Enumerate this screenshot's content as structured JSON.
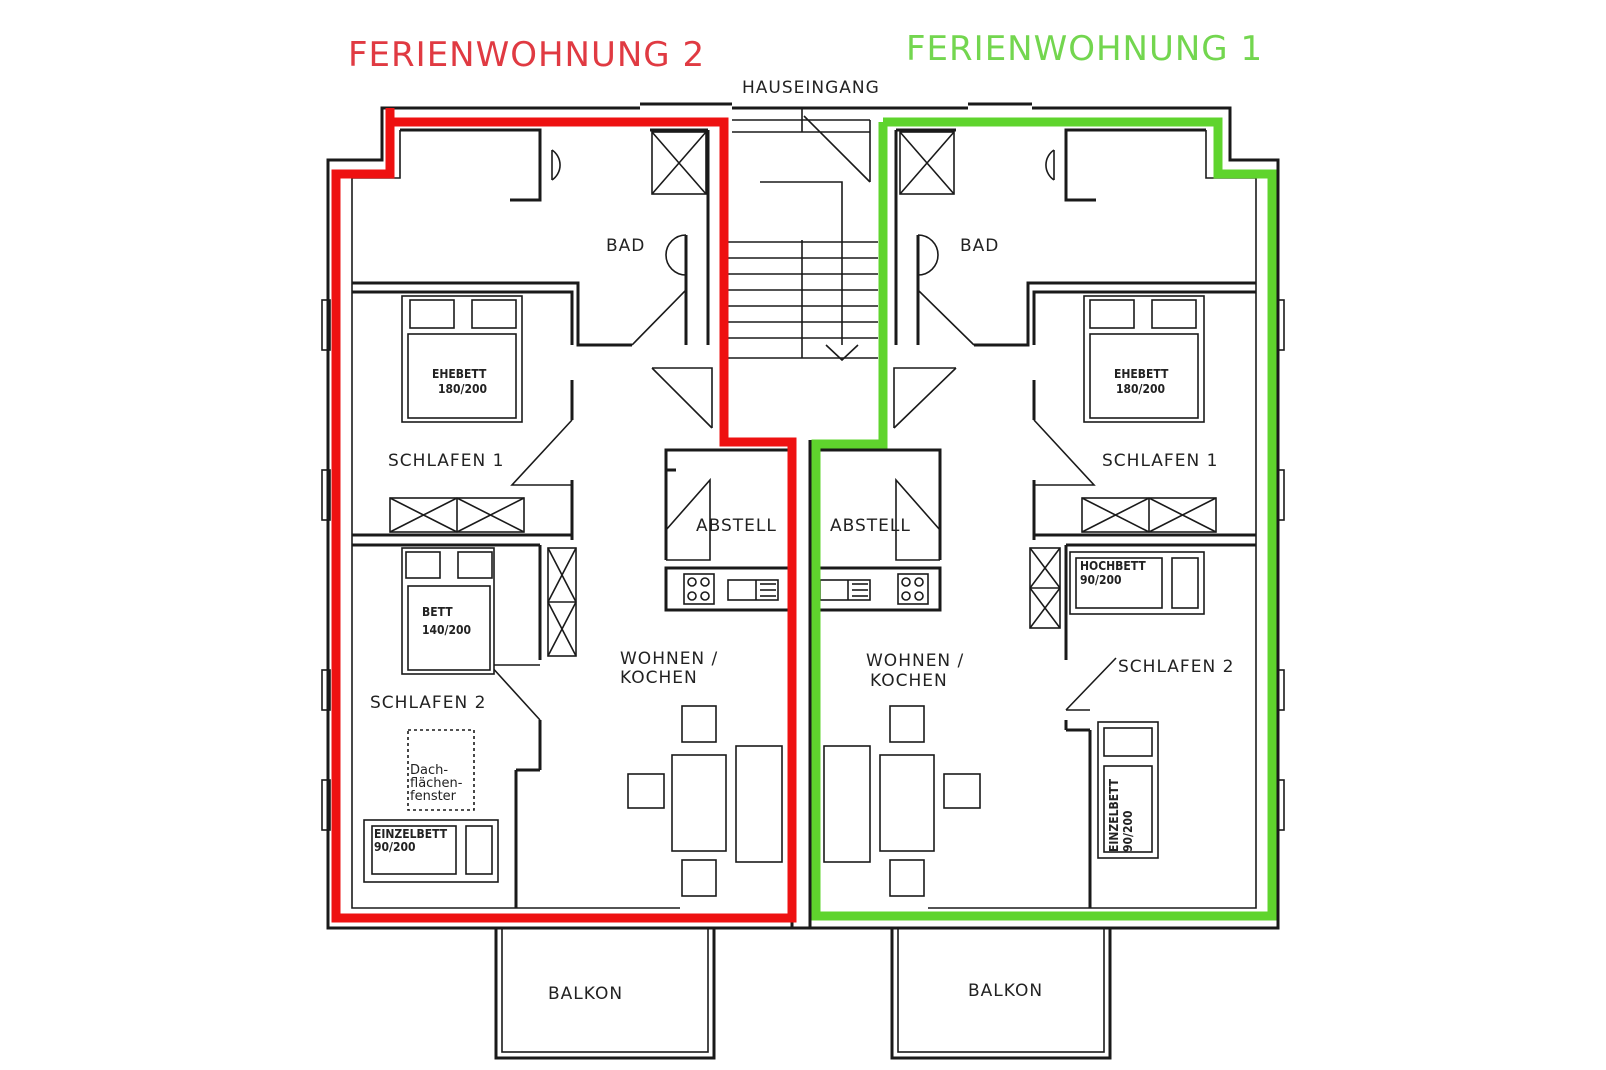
{
  "titles": {
    "apartment_2": "FERIENWOHNUNG 2",
    "apartment_1": "FERIENWOHNUNG 1"
  },
  "colors": {
    "apartment_2": "#ee1111",
    "apartment_1": "#5fd42d"
  },
  "entrance": "HAUSEINGANG",
  "left": {
    "bad": "BAD",
    "schlafen1": "SCHLAFEN 1",
    "schlafen2": "SCHLAFEN 2",
    "abstell": "ABSTELL",
    "wohnen_l1": "WOHNEN /",
    "wohnen_l2": "KOCHEN",
    "balkon": "BALKON",
    "ehebett_l1": "EHEBETT",
    "ehebett_l2": "180/200",
    "bett_l1": "BETT",
    "bett_l2": "140/200",
    "einzelbett_l1": "EINZELBETT",
    "einzelbett_l2": "90/200",
    "dach_l1": "Dach-",
    "dach_l2": "flächen-",
    "dach_l3": "fenster"
  },
  "right": {
    "bad": "BAD",
    "schlafen1": "SCHLAFEN 1",
    "schlafen2": "SCHLAFEN 2",
    "abstell": "ABSTELL",
    "wohnen_l1": "WOHNEN /",
    "wohnen_l2": "KOCHEN",
    "balkon": "BALKON",
    "ehebett_l1": "EHEBETT",
    "ehebett_l2": "180/200",
    "hochbett_l1": "HOCHBETT",
    "hochbett_l2": "90/200",
    "einzelbett_v": "EINZELBETT",
    "einzelbett_v2": "90/200"
  }
}
